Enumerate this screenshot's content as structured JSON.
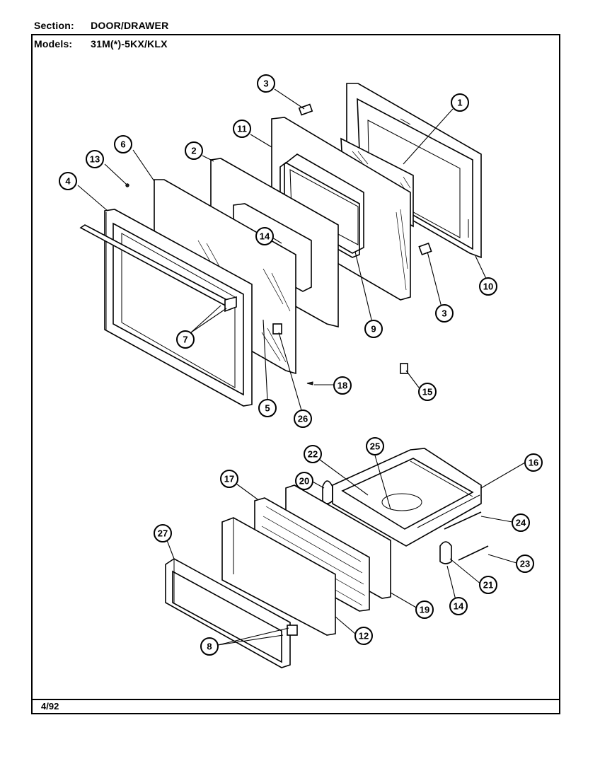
{
  "header": {
    "section_label": "Section:",
    "section_value": "DOOR/DRAWER",
    "models_label": "Models:",
    "models_value": "31M(*)-5KX/KLX"
  },
  "footer": {
    "date": "4/92"
  },
  "callouts": [
    "3",
    "1",
    "11",
    "6",
    "2",
    "13",
    "4",
    "14",
    "10",
    "3",
    "9",
    "7",
    "5",
    "26",
    "18",
    "15",
    "25",
    "22",
    "16",
    "17",
    "20",
    "24",
    "27",
    "23",
    "21",
    "19",
    "14",
    "12",
    "8"
  ]
}
